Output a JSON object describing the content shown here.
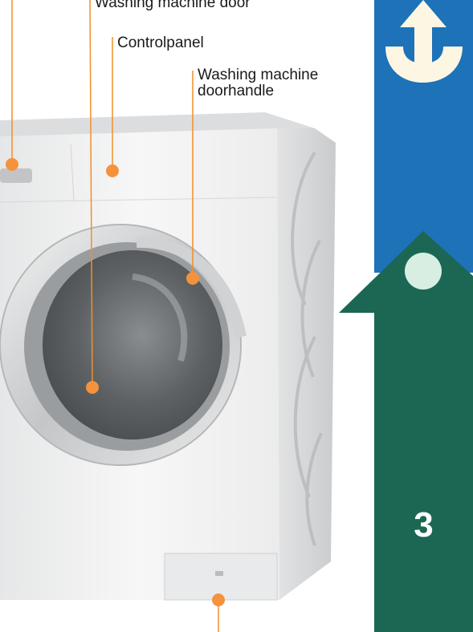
{
  "labels": {
    "door": "Washing machine door",
    "control_panel": "Controlpanel",
    "door_handle_line1": "Washing machine",
    "door_handle_line2": "doorhandle"
  },
  "page_number": "3",
  "colors": {
    "leader_line": "#f0902a",
    "callout_dot": "#f5923e",
    "side_bar_blue": "#1d72b8",
    "side_bar_green": "#1b6754",
    "arrow_icon_fill": "#fdf6e3",
    "circle_icon_fill": "#d9eee3",
    "machine_body": "#f2f3f3"
  },
  "icons": [
    "up-arrow-return-icon",
    "circle-icon"
  ]
}
